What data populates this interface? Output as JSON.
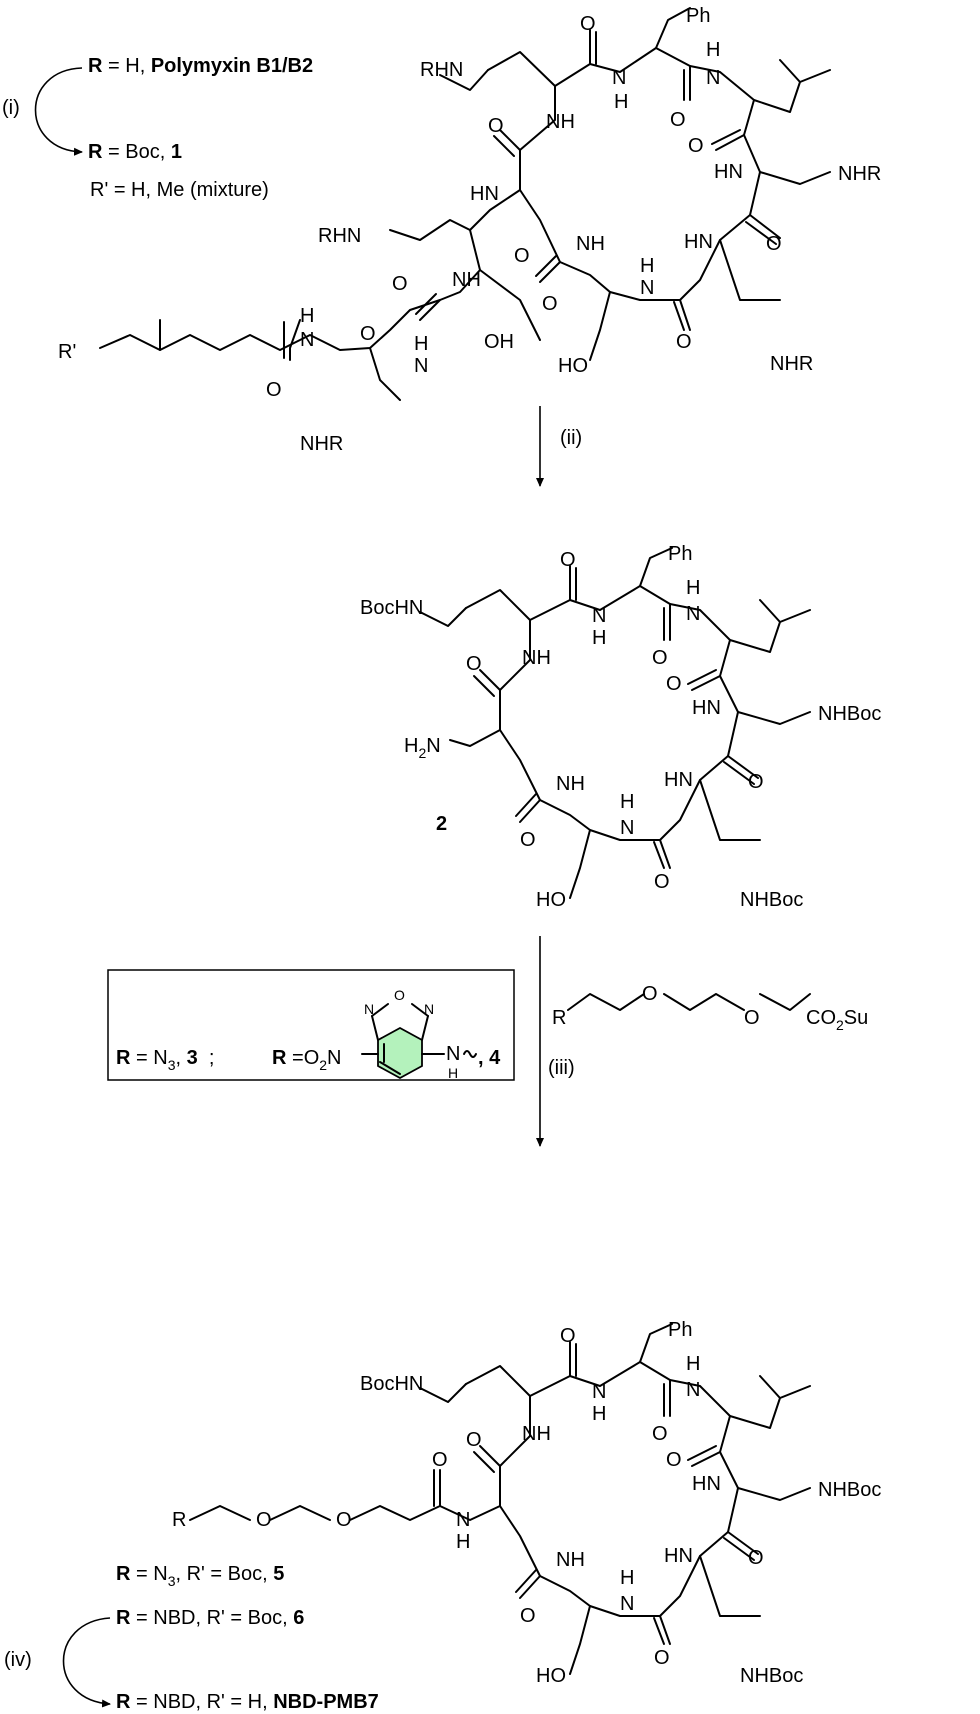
{
  "scheme": {
    "step_i": {
      "label": "(i)",
      "row1": {
        "r": "R",
        "eq": " = H, ",
        "name": "Polymyxin B1/B2"
      },
      "row2": {
        "r": "R",
        "eq": " = Boc, ",
        "num": "1"
      },
      "row3": "R' = H, Me (mixture)"
    },
    "step_ii": {
      "label": "(ii)"
    },
    "step_iii": {
      "label": "(iii)"
    },
    "step_iv": {
      "label": "(iv)",
      "row1": {
        "r": "R",
        "eq": " = N",
        "sub": "3",
        "eq2": ", R' = Boc, ",
        "num": "5"
      },
      "row2": {
        "r": "R",
        "eq": " = NBD, R' = Boc, ",
        "num": "6"
      },
      "row3": {
        "r": "R",
        "eq": " = NBD, R' = H, ",
        "name": "NBD-PMB7"
      }
    },
    "compound2_label": "2",
    "reagent": {
      "r": "R",
      "o": "O",
      "co2su_a": "CO",
      "co2su_sub": "2",
      "co2su_b": "Su"
    },
    "box": {
      "r1": "R",
      "eq1": " = N",
      "sub1": "3",
      "c1": ", ",
      "n3": "3",
      "sep": "  ;",
      "r2": "R",
      "eq2": " =O",
      "eq2sub": "2",
      "eq2b": "N",
      "nh": "N",
      "h": "H",
      "n4": ", 4",
      "ring_n": "N",
      "ring_o": "O",
      "highlight": "#b4f2bc"
    },
    "atoms": {
      "rhn": "RHN",
      "nhr": "NHR",
      "ph": "Ph",
      "o": "O",
      "nh": "NH",
      "hn": "HN",
      "n": "N",
      "h": "H",
      "oh": "OH",
      "ho": "HO",
      "rp": "R'",
      "bochn": "BocHN",
      "nhboc": "NHBoc",
      "h2n_a": "H",
      "h2n_sub": "2",
      "h2n_b": "N",
      "r": "R"
    }
  }
}
